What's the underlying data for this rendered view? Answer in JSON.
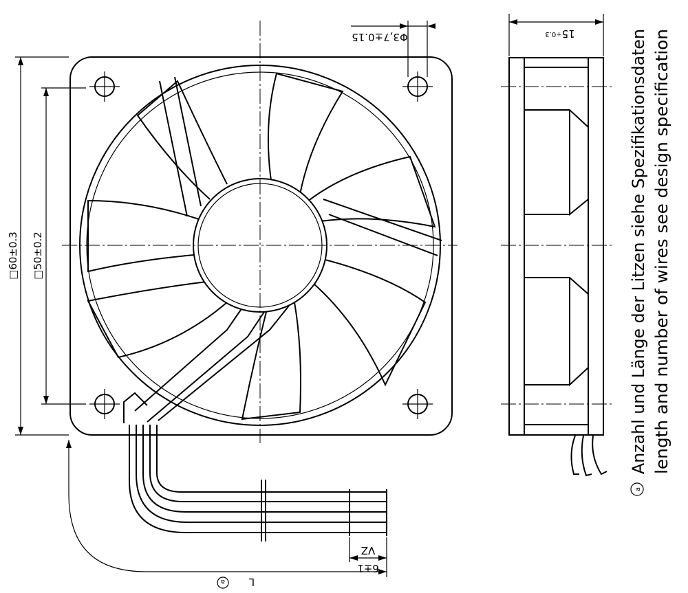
{
  "dimensions": {
    "outer_size": "□60±0.3",
    "blade_size": "□50±0.2",
    "hole_diameter": "Φ3,7±0.15",
    "depth": "15",
    "depth_tol": "+0.3",
    "strip": "6±1",
    "strip_code": "VZ",
    "length": "L",
    "length_ref": "a"
  },
  "notes": {
    "marker": "a",
    "line_de": "Anzahl und Länge der Litzen siehe Spezifikationsdaten",
    "line_en": "length and number of wires see design specification"
  }
}
